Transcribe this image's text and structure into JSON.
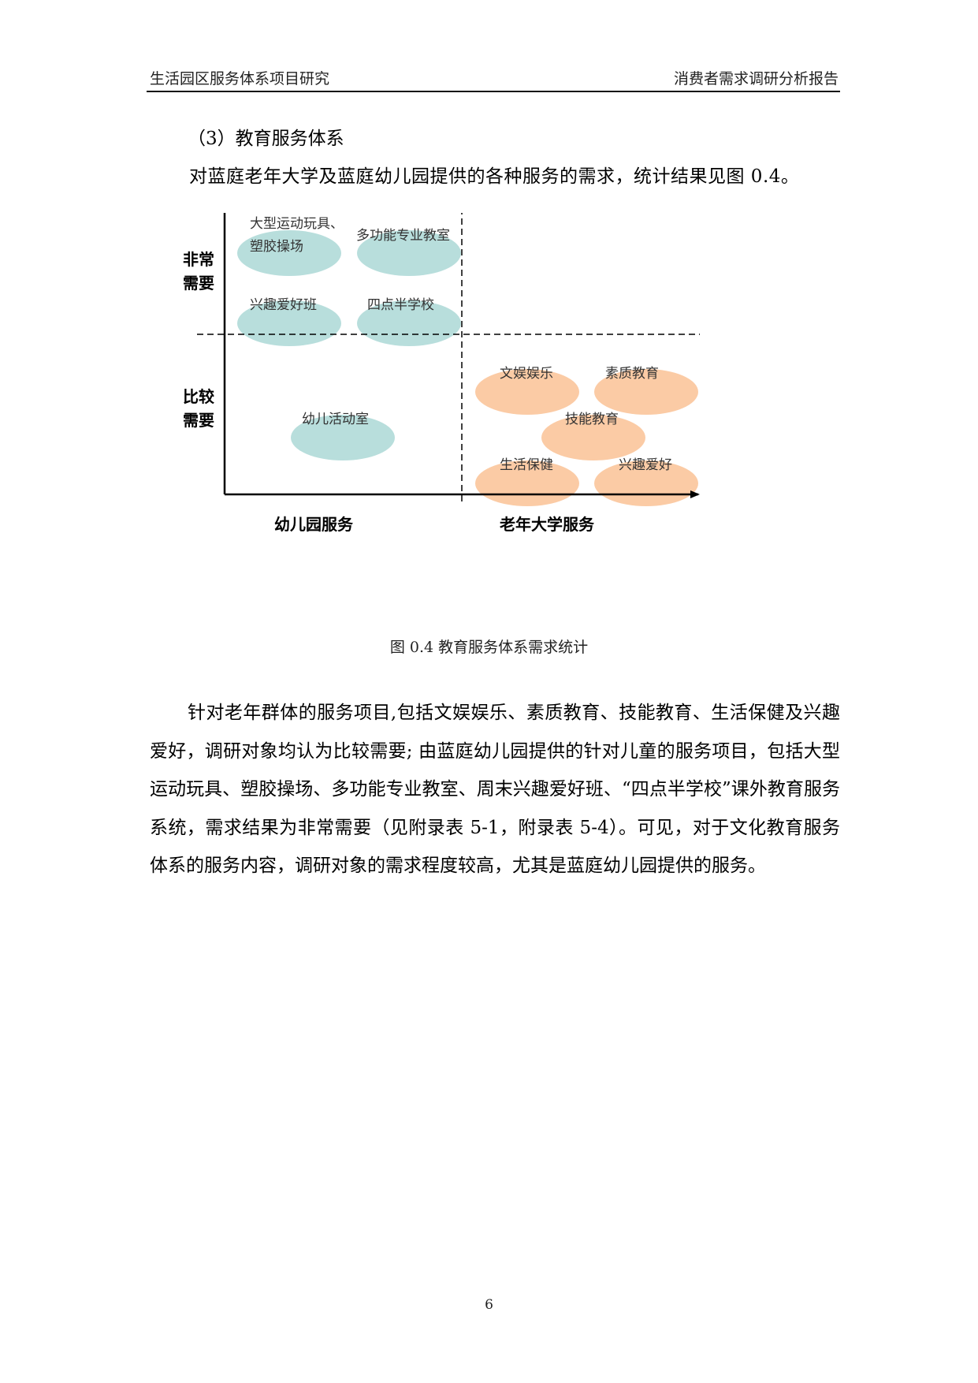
{
  "header": {
    "left": "生活园区服务体系项目研究",
    "right": "消费者需求调研分析报告"
  },
  "section_heading": "（3）教育服务体系",
  "intro": "对蓝庭老年大学及蓝庭幼儿园提供的各种服务的需求，统计结果见图 0.4。",
  "diagram": {
    "y_labels": [
      {
        "line1": "非常",
        "line2": "需要"
      },
      {
        "line1": "比较",
        "line2": "需要"
      }
    ],
    "x_labels": [
      "幼儿园服务",
      "老年大学服务"
    ],
    "kindergarten_items": [
      {
        "line1": "大型运动玩具、",
        "line2": "塑胶操场",
        "group": "kindergarten",
        "level": "very"
      },
      {
        "line1": "多功能专业教室",
        "group": "kindergarten",
        "level": "very"
      },
      {
        "line1": "兴趣爱好班",
        "group": "kindergarten",
        "level": "very"
      },
      {
        "line1": "四点半学校",
        "group": "kindergarten",
        "level": "very"
      },
      {
        "line1": "幼儿活动室",
        "group": "kindergarten",
        "level": "fairly"
      }
    ],
    "senior_items": [
      {
        "line1": "文娱娱乐",
        "group": "senior",
        "level": "fairly"
      },
      {
        "line1": "素质教育",
        "group": "senior",
        "level": "fairly"
      },
      {
        "line1": "技能教育",
        "group": "senior",
        "level": "fairly"
      },
      {
        "line1": "生活保健",
        "group": "senior",
        "level": "fairly"
      },
      {
        "line1": "兴趣爱好",
        "group": "senior",
        "level": "fairly"
      }
    ],
    "colors": {
      "kindergarten": "#b8dedc",
      "senior": "#fbcba5"
    }
  },
  "caption": "图 0.4 教育服务体系需求统计",
  "body": "针对老年群体的服务项目,包括文娱娱乐、素质教育、技能教育、生活保健及兴趣爱好，调研对象均认为比较需要; 由蓝庭幼儿园提供的针对儿童的服务项目，包括大型运动玩具、塑胶操场、多功能专业教室、周末兴趣爱好班、“四点半学校”课外教育服务系统，需求结果为非常需要（见附录表 5-1，附录表 5-4）。可见，对于文化教育服务体系的服务内容，调研对象的需求程度较高，尤其是蓝庭幼儿园提供的服务。",
  "page_number": "6"
}
